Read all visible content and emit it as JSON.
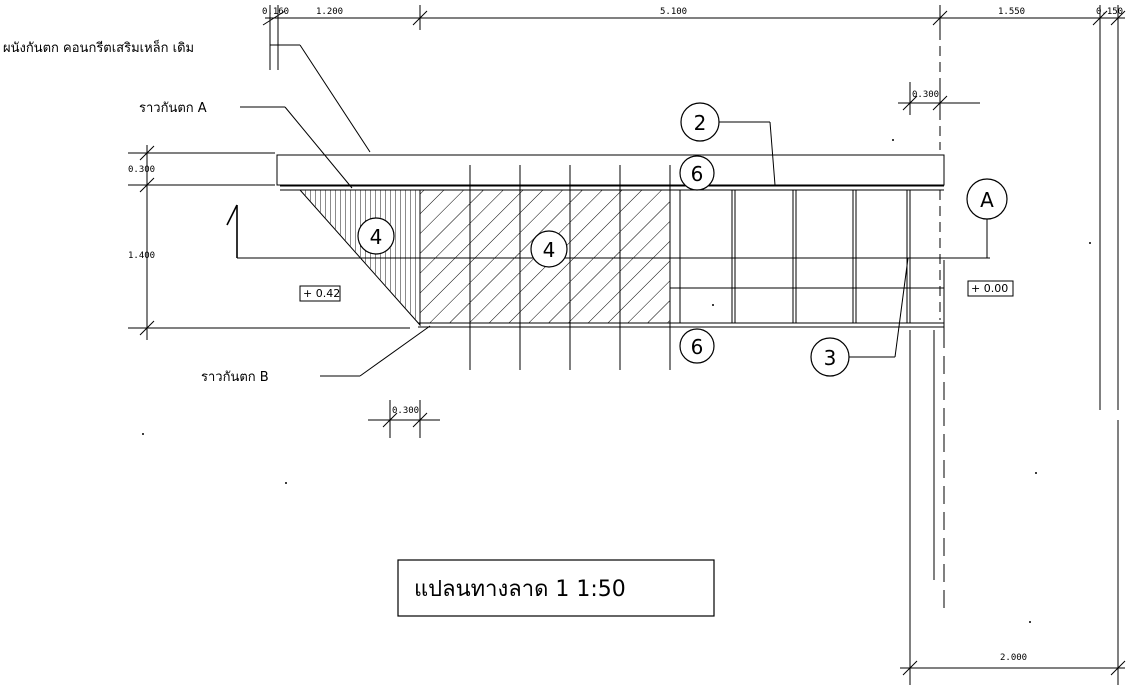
{
  "dimensions": {
    "top_1": "0.160",
    "top_2": "1.200",
    "top_3": "5.100",
    "top_4": "1.550",
    "top_5": "0.150",
    "left_top": "0.300",
    "left_mid": "1.400",
    "right_small": "0.300",
    "bottom_small": "0.300",
    "bottom_right": "2.000"
  },
  "labels": {
    "wall": "ผนังกันตก คอนกรีตเสริมเหล็ก เดิม",
    "rail_a": "ราวกันตก A",
    "rail_b": "ราวกันตก B"
  },
  "callouts": {
    "c2": "2",
    "c3": "3",
    "c4a": "4",
    "c4b": "4",
    "c6a": "6",
    "c6b": "6",
    "section": "A"
  },
  "levels": {
    "left": "+ 0.42",
    "right": "+ 0.00"
  },
  "title": "แปลนทางลาด 1   1:50"
}
